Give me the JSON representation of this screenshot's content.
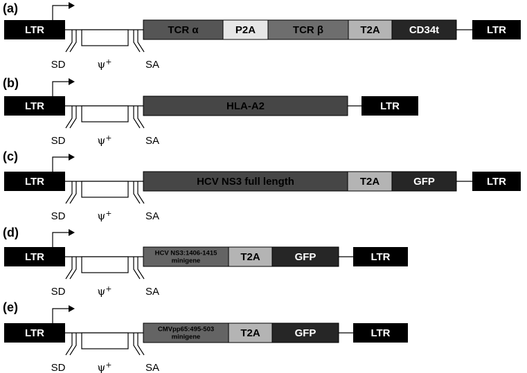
{
  "panels": [
    {
      "label": "(a)",
      "ltr_left": "LTR",
      "ltr_right": "LTR",
      "sd": "SD",
      "sa": "SA",
      "psi": "ψ",
      "psi_sup": "+",
      "segments": [
        {
          "text": "TCR α",
          "color": "#555555",
          "text_color": "#000000"
        },
        {
          "text": "P2A",
          "color": "#e6e6e6",
          "text_color": "#000000"
        },
        {
          "text": "TCR β",
          "color": "#6e6e6e",
          "text_color": "#000000"
        },
        {
          "text": "T2A",
          "color": "#b4b4b4",
          "text_color": "#000000"
        },
        {
          "text": "CD34t",
          "color": "#262626",
          "text_color": "#ffffff"
        }
      ]
    },
    {
      "label": "(b)",
      "ltr_left": "LTR",
      "ltr_right": "LTR",
      "sd": "SD",
      "sa": "SA",
      "psi": "ψ",
      "psi_sup": "+",
      "segments": [
        {
          "text": "HLA-A2",
          "color": "#464646",
          "text_color": "#000000"
        }
      ]
    },
    {
      "label": "(c)",
      "ltr_left": "LTR",
      "ltr_right": "LTR",
      "sd": "SD",
      "sa": "SA",
      "psi": "ψ",
      "psi_sup": "+",
      "segments": [
        {
          "text": "HCV NS3 full length",
          "color": "#464646",
          "text_color": "#000000"
        },
        {
          "text": "T2A",
          "color": "#b4b4b4",
          "text_color": "#000000"
        },
        {
          "text": "GFP",
          "color": "#262626",
          "text_color": "#ffffff"
        }
      ]
    },
    {
      "label": "(d)",
      "ltr_left": "LTR",
      "ltr_right": "LTR",
      "sd": "SD",
      "sa": "SA",
      "psi": "ψ",
      "psi_sup": "+",
      "segments": [
        {
          "text": "HCV NS3:1406-1415 minigene",
          "lines": [
            "HCV NS3:1406-1415",
            "minigene"
          ],
          "color": "#646464",
          "text_color": "#000000"
        },
        {
          "text": "T2A",
          "color": "#b4b4b4",
          "text_color": "#000000"
        },
        {
          "text": "GFP",
          "color": "#262626",
          "text_color": "#ffffff"
        }
      ]
    },
    {
      "label": "(e)",
      "ltr_left": "LTR",
      "ltr_right": "LTR",
      "sd": "SD",
      "sa": "SA",
      "psi": "ψ",
      "psi_sup": "+",
      "segments": [
        {
          "text": "CMVpp65:495-503 minigene",
          "lines": [
            "CMVpp65:495-503",
            "minigene"
          ],
          "color": "#646464",
          "text_color": "#000000"
        },
        {
          "text": "T2A",
          "color": "#b4b4b4",
          "text_color": "#000000"
        },
        {
          "text": "GFP",
          "color": "#262626",
          "text_color": "#ffffff"
        }
      ]
    }
  ]
}
